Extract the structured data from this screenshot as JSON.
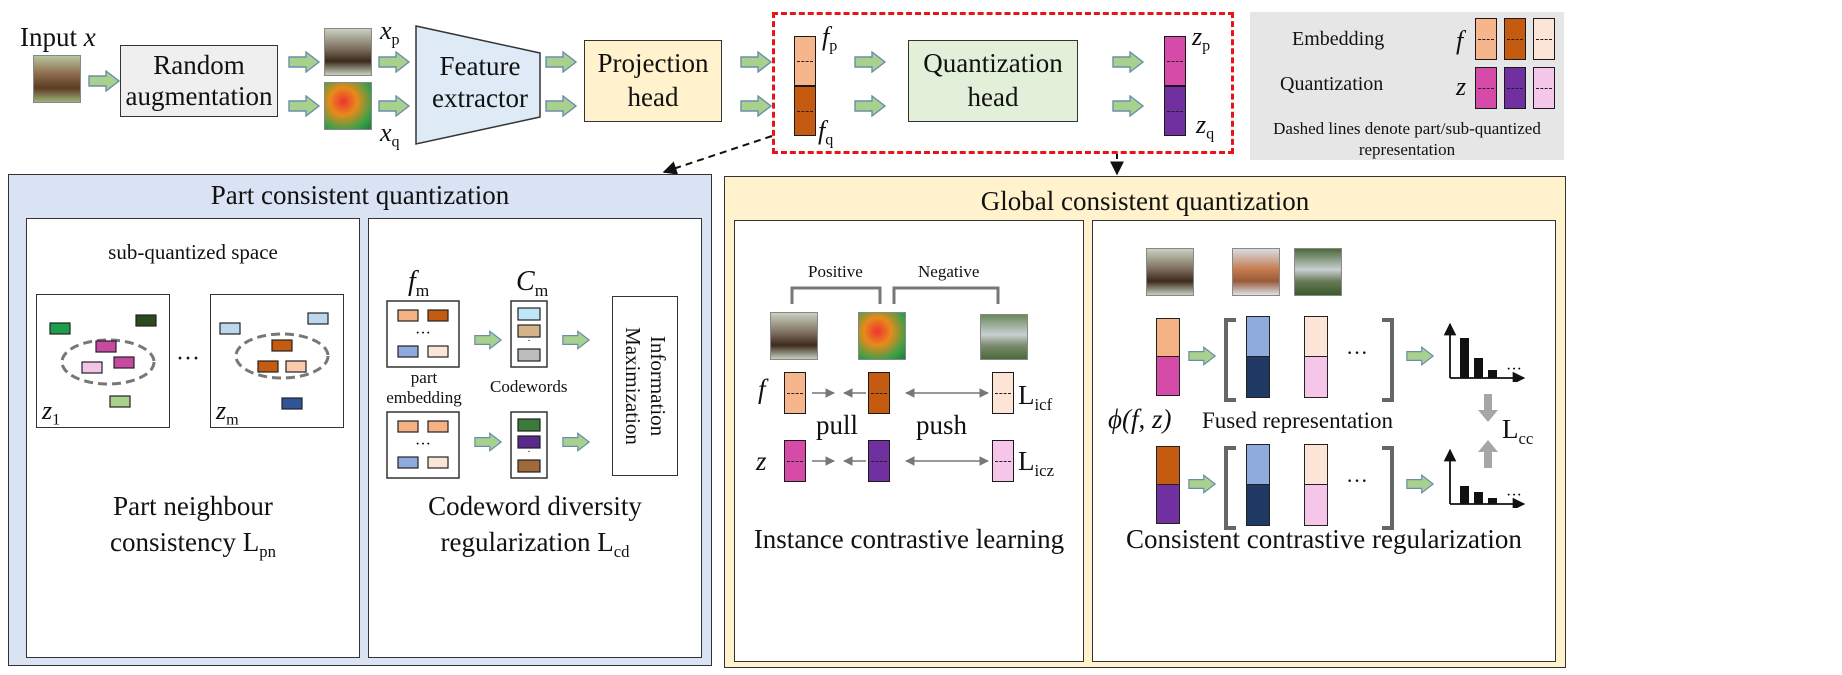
{
  "pipeline": {
    "input_label": "Input",
    "input_var": "x",
    "random_aug": [
      "Random",
      "augmentation"
    ],
    "xp": "x",
    "xp_sub": "p",
    "xq": "x",
    "xq_sub": "q",
    "feature": [
      "Feature",
      "extractor"
    ],
    "projection": [
      "Projection",
      "head"
    ],
    "fp": "f",
    "fp_sub": "p",
    "fq": "f",
    "fq_sub": "q",
    "quant_head": [
      "Quantization",
      "head"
    ],
    "zp": "z",
    "zp_sub": "p",
    "zq": "z",
    "zq_sub": "q"
  },
  "legend": {
    "embedding": "Embedding",
    "quantization": "Quantization",
    "f": "f",
    "z": "z",
    "note_line1": "Dashed lines denote part/sub-quantized",
    "note_line2": "representation"
  },
  "part": {
    "title": "Part consistent quantization",
    "subspace": "sub-quantized space",
    "dots": "···",
    "z1": "z",
    "z1_sub": "1",
    "zm": "z",
    "zm_sub": "m",
    "pn_line1": "Part neighbour",
    "pn_line2": "consistency L",
    "pn_sub": "pn",
    "fm": "f",
    "fm_sub": "m",
    "cm": "C",
    "cm_sub": "m",
    "part_emb1": "part",
    "part_emb2": "embedding",
    "codewords": "Codewords",
    "info_max1": "Information",
    "info_max2": "Maximization",
    "cd_line1": "Codeword diversity",
    "cd_line2": "regularization L",
    "cd_sub": "cd"
  },
  "global": {
    "title": "Global consistent quantization",
    "positive": "Positive",
    "negative": "Negative",
    "f": "f",
    "z": "z",
    "pull": "pull",
    "push": "push",
    "licf": "L",
    "licf_sub": "icf",
    "licz": "L",
    "licz_sub": "icz",
    "icl": "Instance contrastive learning",
    "phi": "ϕ(f, z)",
    "fused": "Fused representation",
    "lcc": "L",
    "lcc_sub": "cc",
    "ccr": "Consistent contrastive regularization",
    "dots": "···"
  },
  "colors": {
    "f_light": "#f6b58b",
    "f_dark": "#c55a11",
    "z_mag": "#d64aa8",
    "z_purple": "#7030a0",
    "z_pink": "#f5c6ea",
    "f_pale": "#fce4d6",
    "blue_light": "#8fb4e3",
    "blue_dark": "#1f3864",
    "arrow_green": "#a9d18e",
    "arrow_border": "#7a8fa6",
    "panel_blue": "#dae3f3",
    "panel_yellow": "#fff2cc",
    "red_dash": "#e8141b"
  }
}
